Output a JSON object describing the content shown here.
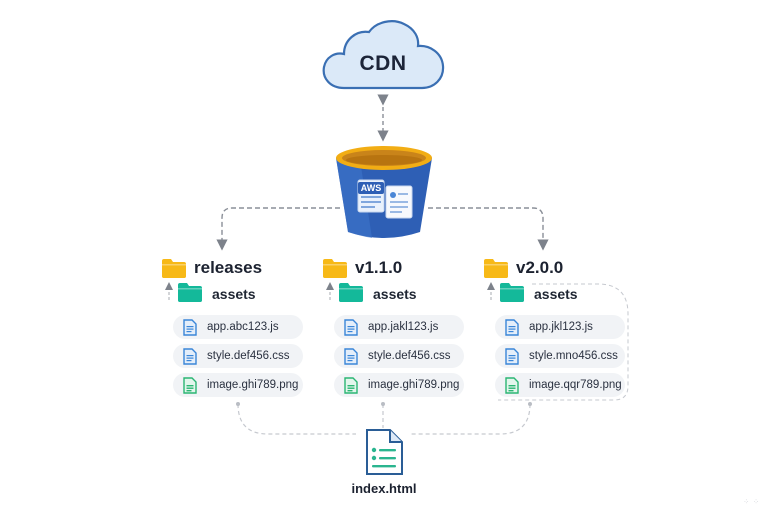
{
  "cdn": {
    "label": "CDN"
  },
  "bucket": {
    "badge": "AWS"
  },
  "folders": [
    {
      "name": "releases",
      "assets": "assets",
      "files": [
        "app.abc123.js",
        "style.def456.css",
        "image.ghi789.png"
      ]
    },
    {
      "name": "v1.1.0",
      "assets": "assets",
      "files": [
        "app.jakl123.js",
        "style.def456.css",
        "image.ghi789.png"
      ]
    },
    {
      "name": "v2.0.0",
      "assets": "assets",
      "files": [
        "app.jkl123.js",
        "style.mno456.css",
        "image.qqr789.png"
      ]
    }
  ],
  "index": {
    "label": "index.html"
  },
  "colors": {
    "cloud_fill": "#dbe9f8",
    "cloud_stroke": "#3a6fb3",
    "bucket_body": "#2e5fb5",
    "bucket_rim": "#f2ad14",
    "folder": "#f7b917",
    "assets_folder": "#14b89a",
    "file_blue": "#3a86d8",
    "file_green": "#2bb673",
    "connector": "#8a8f98"
  },
  "icons": {
    "cdn": "cloud-icon",
    "bucket": "s3-bucket-icon",
    "folder": "folder-icon",
    "assets": "teal-folder-icon",
    "js": "document-icon",
    "css": "document-icon",
    "png": "image-file-icon",
    "index": "html-file-icon"
  }
}
